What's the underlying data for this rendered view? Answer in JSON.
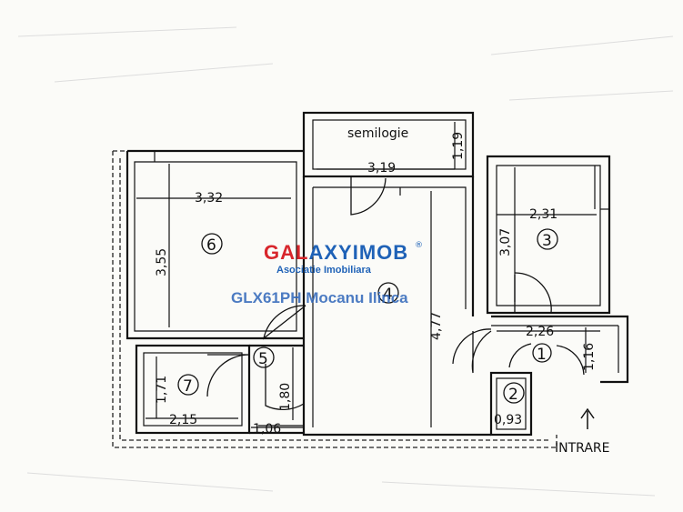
{
  "plan": {
    "balcony_label": "semilogie",
    "entrance_label": "INTRARE",
    "rooms": [
      {
        "number": "1"
      },
      {
        "number": "2"
      },
      {
        "number": "3"
      },
      {
        "number": "4"
      },
      {
        "number": "5"
      },
      {
        "number": "6"
      },
      {
        "number": "7"
      }
    ],
    "dimensions": {
      "semilogie_width": "3,19",
      "semilogie_depth": "1,19",
      "room6_width": "3,32",
      "room6_depth": "3,55",
      "room3_width": "2,31",
      "room3_depth": "3,07",
      "room4_depth": "4,77",
      "hall_width": "2,26",
      "hall_depth": "1,16",
      "room2_width": "0,93",
      "room5_depth": "1,80",
      "room5_width": "1,06",
      "room7_depth": "1,71",
      "room7_width": "2,15"
    }
  },
  "watermark": {
    "brand_parts": [
      "GAL",
      "AXY",
      "IMOB"
    ],
    "brand_colors": [
      "#d8262c",
      "#1f62b7",
      "#1f62b7"
    ],
    "tagline": "Asociatie Imobiliara",
    "listing": "GLX61PH Mocanu Ilinca"
  }
}
